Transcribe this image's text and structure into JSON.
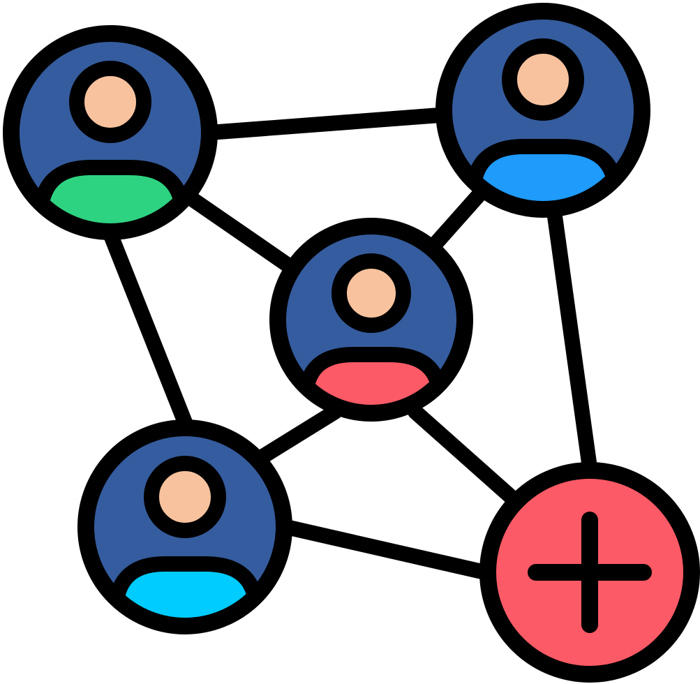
{
  "icon": {
    "name": "network-add-user-icon",
    "colors": {
      "outline": "#000000",
      "background": "#ffffff",
      "node_fill": "#355c9e",
      "skin": "#f8c29e",
      "add_button": "#fc5a66"
    },
    "nodes": [
      {
        "name": "top-left-user",
        "body_color": "#2ed382"
      },
      {
        "name": "top-right-user",
        "body_color": "#1e9bfb"
      },
      {
        "name": "center-user",
        "body_color": "#fc5a66"
      },
      {
        "name": "bottom-left-user",
        "body_color": "#00ccff"
      }
    ],
    "add_button": {
      "name": "add-node",
      "symbol": "plus"
    }
  }
}
